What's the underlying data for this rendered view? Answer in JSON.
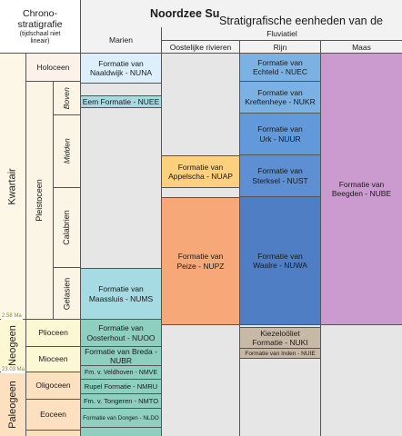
{
  "header": {
    "corner_title": "Chrono-\nstratigrafie",
    "corner_sub": "(tijdschaal niet\nlineair)",
    "title_prefix": "Stratigrafische eenheden van de ",
    "title_bold": "Noordzee Su",
    "marien": "Marien",
    "fluviatiel": "Fluviatiel",
    "oostelijke": "Oostelijke rivieren",
    "rijn": "Rijn",
    "maas": "Maas"
  },
  "chrono": {
    "kwartair": "Kwartair",
    "pleistoceen": "Pleistoceen",
    "holoceen": "Holoceen",
    "boven": "Boven",
    "midden": "Midden",
    "calabrien": "Calabrien",
    "gelasien": "Gelasien",
    "neogeen": "Neogeen",
    "plioceen": "Plioceen",
    "mioceen": "Mioceen",
    "paleogeen": "Paleogeen",
    "oligoceen": "Oligoceen",
    "eoceen": "Eoceen"
  },
  "ages": {
    "a1": "2.58 Ma",
    "a2": "23.03 Ma"
  },
  "marien": {
    "nuna": "Formatie van\nNaaldwijk - NUNA",
    "nuee": "Eem Formatie - NUEE",
    "nums": "Formatie van\nMaassluis - NUMS",
    "nuoo": "Formatie van\nOosterhout - NUOO",
    "nubr": "Formatie van Breda -\nNUBR",
    "nmve": "Fm. v. Veldhoven - NMVE",
    "nmri": "Rupel Formatie - NMRU",
    "nmto": "Fm. v. Tongeren - NMTO",
    "nldo": "Formatie van Dongen - NLDO"
  },
  "oost": {
    "nuap": "Formatie van\nAppelscha - NUAP",
    "nupz": "Formatie van\nPeize - NUPZ"
  },
  "rijn": {
    "nuec": "Formatie van\nEchteld - NUEC",
    "nukr": "Formatie van\nKreftenheye - NUKR",
    "nuur": "Formatie van\nUrk - NUUR",
    "nust": "Formatie van\nSterksel - NUST",
    "nuwa": "Formatie van\nWaalre - NUWA",
    "nuki": "Kiezeloöliet\nFormatie - NUKI",
    "nuie": "Formatie van Inden - NUIE"
  },
  "maas": {
    "nube": "Formatie van\nBeegden - NUBE"
  },
  "colors": {
    "chrono_holo": "#fdf2e9",
    "chrono_pleisto": "#fbf5e5",
    "chrono_kwartair": "#fdf7e8",
    "chrono_neogeen": "#fdf8d4",
    "chrono_paleo": "#fde0c0",
    "marien_holo": "#dceffb",
    "marien_blue": "#a6dbe4",
    "marien_teal": "#8fcfbf",
    "marien_gray": "#e6e6e6",
    "oost_yellow": "#fcd07d",
    "oost_orange": "#f7a878",
    "rijn_light": "#7cb2e3",
    "rijn_mid": "#6199da",
    "rijn_dark": "#4f7ec5",
    "rijn_brown": "#c8b9a7",
    "maas_pink": "#cb9bcf"
  }
}
